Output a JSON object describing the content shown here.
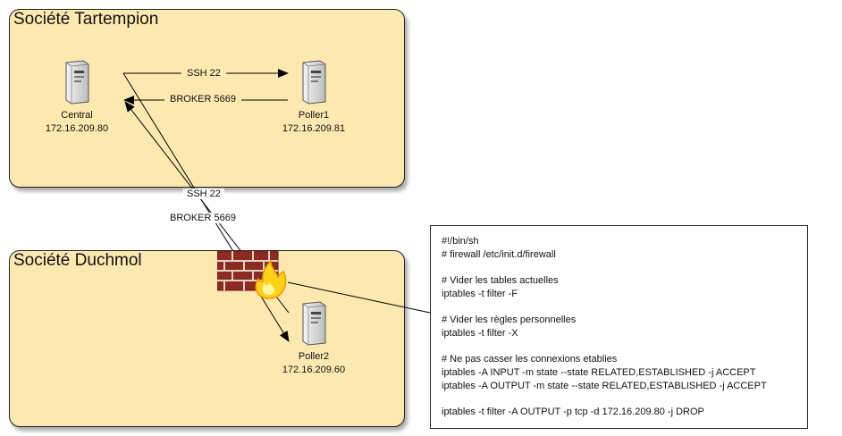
{
  "zones": {
    "tartempion": {
      "title": "Société Tartempion"
    },
    "duchmol": {
      "title": "Société Duchmol"
    }
  },
  "nodes": {
    "central": {
      "name": "Central",
      "ip": "172.16.209.80",
      "icon": "server-icon"
    },
    "poller1": {
      "name": "Poller1",
      "ip": "172.16.209.81",
      "icon": "server-icon"
    },
    "poller2": {
      "name": "Poller2",
      "ip": "172.16.209.60",
      "icon": "server-icon"
    },
    "firewall": {
      "icon": "firewall-icon"
    }
  },
  "connections": {
    "central_poller1_ssh": "SSH 22",
    "poller1_central_broker": "BROKER 5669",
    "central_poller2_ssh": "SSH 22",
    "poller2_central_broker": "BROKER 5669"
  },
  "script": {
    "lines": [
      "#!/bin/sh",
      "# firewall /etc/init.d/firewall",
      "",
      "# Vider les tables actuelles",
      "iptables -t filter -F",
      "",
      "# Vider les règles personnelles",
      "iptables -t filter -X",
      "",
      "# Ne pas casser les connexions etablies",
      "iptables -A INPUT -m state --state RELATED,ESTABLISHED -j ACCEPT",
      "iptables -A OUTPUT -m state --state RELATED,ESTABLISHED -j ACCEPT",
      "",
      "iptables -t filter -A OUTPUT -p tcp -d 172.16.209.80 -j DROP"
    ]
  },
  "colors": {
    "zone_fill": "#fde9b0",
    "brick": "#8b2b22",
    "flame": "#ffd21a"
  }
}
